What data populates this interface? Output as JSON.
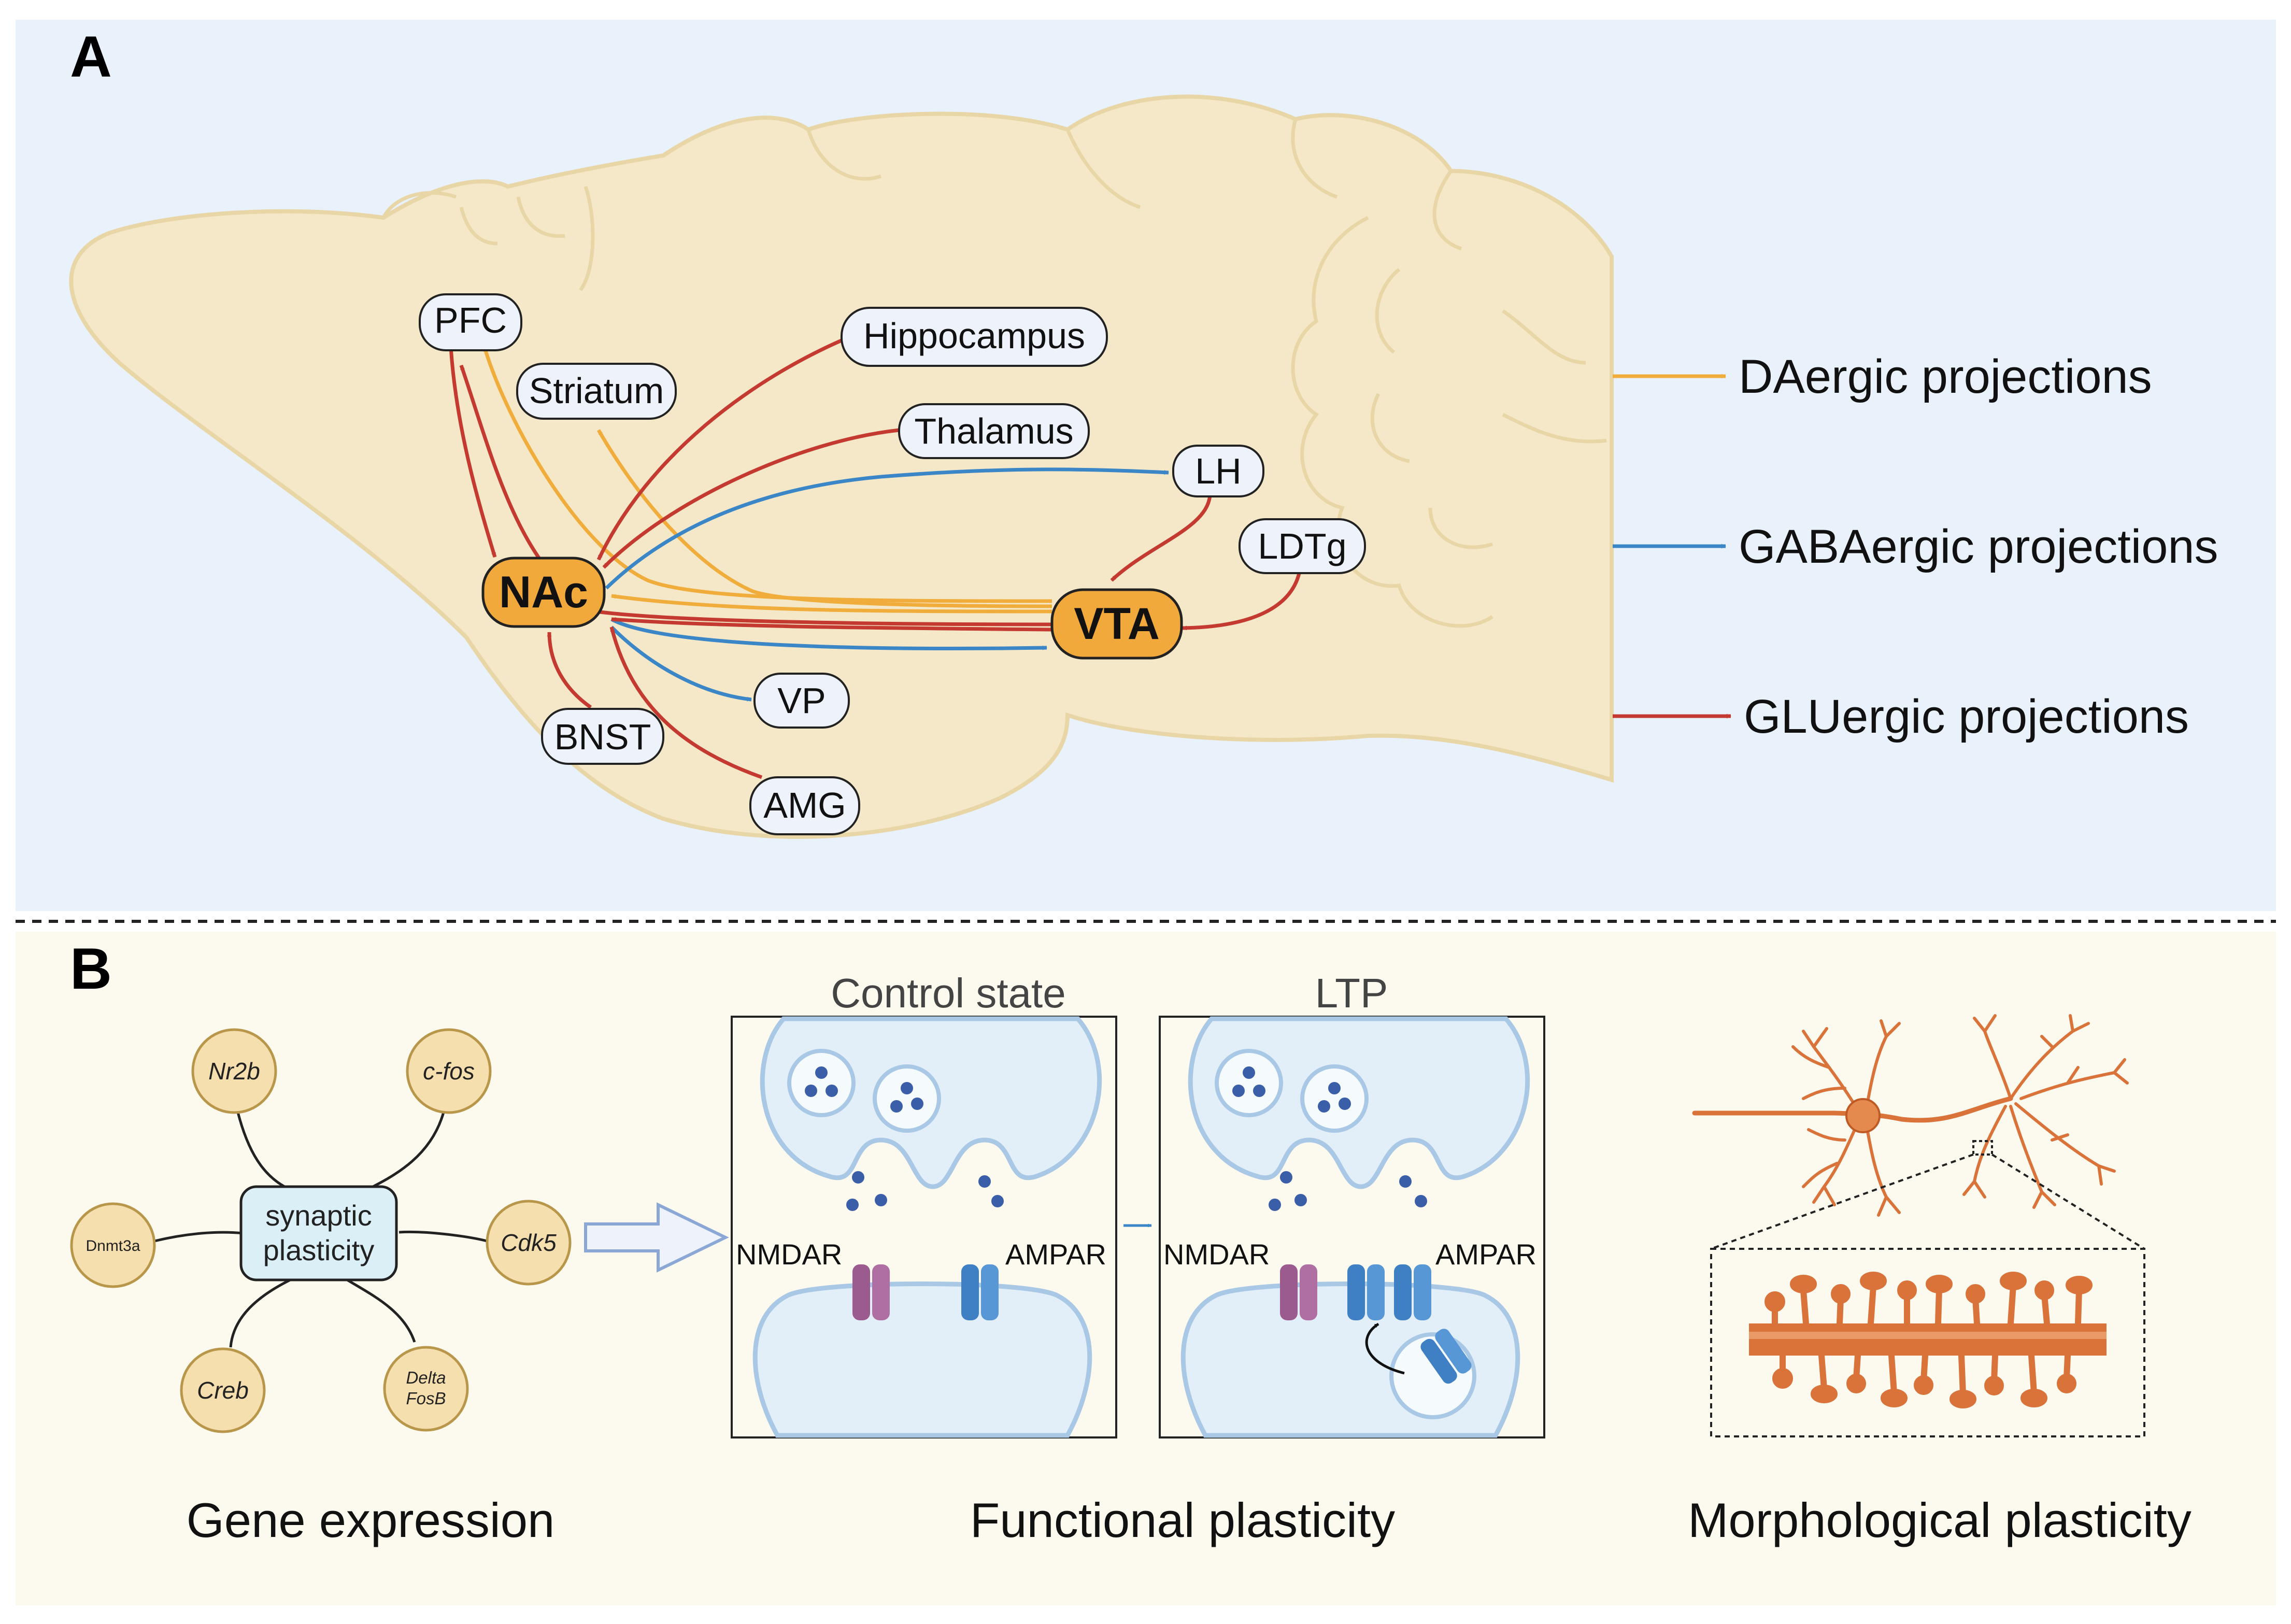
{
  "panel_a": {
    "letter": "A",
    "regions": {
      "pfc": "PFC",
      "striatum": "Striatum",
      "hippocampus": "Hippocampus",
      "thalamus": "Thalamus",
      "lh": "LH",
      "ldtg": "LDTg",
      "nac": "NAc",
      "vta": "VTA",
      "vp": "VP",
      "bnst": "BNST",
      "amg": "AMG"
    },
    "legend": [
      {
        "label": "DAergic projections",
        "color": "#f0ad3c"
      },
      {
        "label": "GABAergic projections",
        "color": "#3b86c6"
      },
      {
        "label": "GLUergic projections",
        "color": "#c43a30"
      }
    ]
  },
  "panel_b": {
    "letter": "B",
    "gene_hub": "synaptic\nplasticity",
    "genes": {
      "nr2b": "Nr2b",
      "cfos": "c-fos",
      "dnmt3a": "Dnmt3a",
      "cdk5": "Cdk5",
      "creb": "Creb",
      "deltafosb": "Delta\nFosB"
    },
    "control_title": "Control state",
    "ltp_title": "LTP",
    "receptors": {
      "nmdar": "NMDAR",
      "ampar": "AMPAR"
    },
    "captions": {
      "gene": "Gene expression",
      "functional": "Functional plasticity",
      "morphological": "Morphological plasticity"
    }
  },
  "colors": {
    "panel_a_bg": "#e9f1fb",
    "panel_b_bg": "#fcf9ee",
    "brain": "#f4e8c8",
    "brain_outline": "#e8d6a6",
    "node_fill": "#eef3fb",
    "hub_fill": "#f2a93b",
    "gene_fill": "#f6dfae",
    "gene_outline": "#b8974b",
    "synapse_fill": "#e2eff9",
    "synapse_outline": "#a8c8e6",
    "nmdar": "#9b5b8e",
    "ampar": "#3f7fc4",
    "neuron": "#d9733a"
  }
}
